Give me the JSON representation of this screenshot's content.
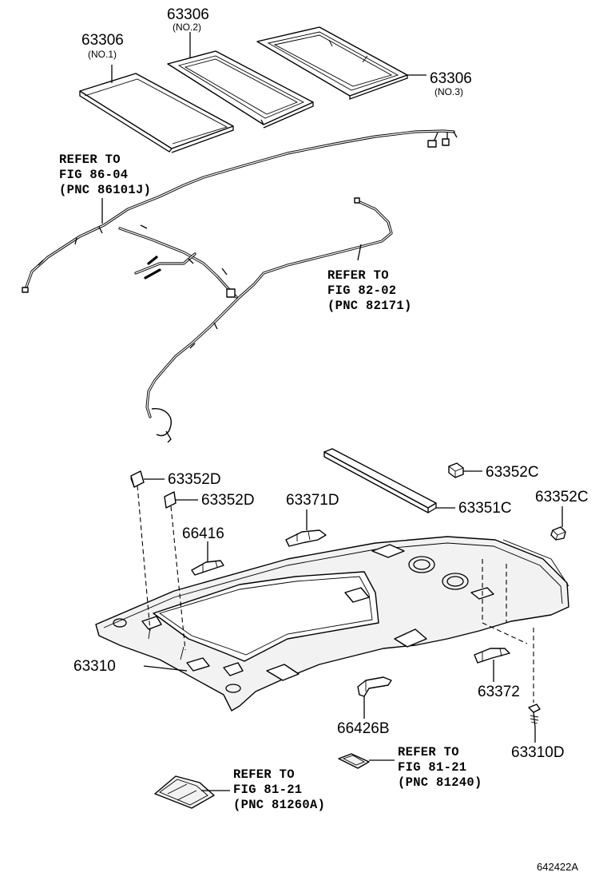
{
  "diagram": {
    "figure_code": "642422A",
    "labels": {
      "top_no1": "63306",
      "top_no1_sub": "(NO.1)",
      "top_no2": "63306",
      "top_no2_sub": "(NO.2)",
      "top_no3": "63306",
      "top_no3_sub": "(NO.3)",
      "p63352d_a": "63352D",
      "p63352d_b": "63352D",
      "p63371d": "63371D",
      "p66416": "66416",
      "p63352c_a": "63352C",
      "p63351c": "63351C",
      "p63352c_b": "63352C",
      "p63310": "63310",
      "p63372": "63372",
      "p66426b": "66426B",
      "p63310d": "63310D"
    },
    "refs": {
      "ref1": [
        "REFER TO",
        "FIG 86-04",
        "(PNC 86101J)"
      ],
      "ref2": [
        "REFER TO",
        "FIG 82-02",
        "(PNC 82171)"
      ],
      "ref3": [
        "REFER TO",
        "FIG 81-21",
        "(PNC 81240)"
      ],
      "ref4": [
        "REFER TO",
        "FIG 81-21",
        "(PNC 81260A)"
      ]
    }
  }
}
